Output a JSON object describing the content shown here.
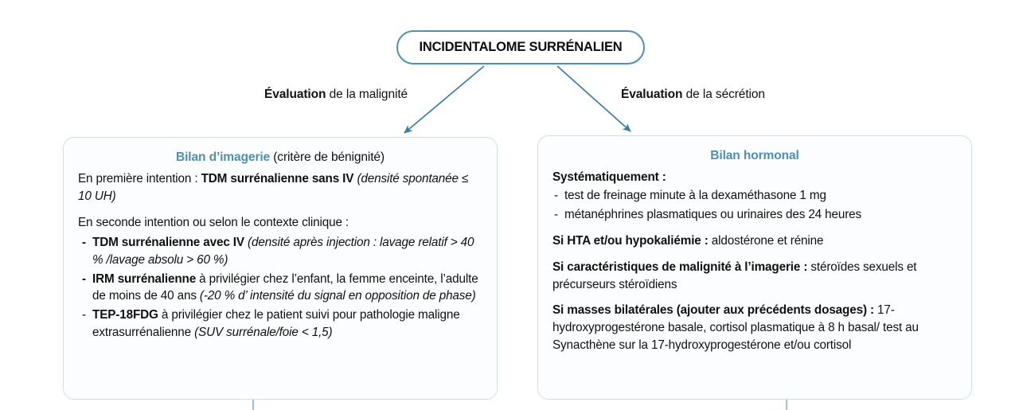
{
  "colors": {
    "accent_blue": "#4f8fb4",
    "panel_border": "#cfe0ea",
    "panel_fill": "#fbfdfe",
    "text": "#111111"
  },
  "root": {
    "label": "INCIDENTALOME SURRÉNALIEN"
  },
  "edges": [
    {
      "id": "left",
      "bold": "Évaluation",
      "rest": " de la malignité"
    },
    {
      "id": "right",
      "bold": "Évaluation",
      "rest": " de la sécrétion"
    }
  ],
  "imaging_panel": {
    "title_bold": "Bilan d’imagerie",
    "title_suffix": " (critère de bénignité)",
    "first_line_lead": "En première intention : ",
    "first_line_bold": "TDM surrénalienne sans IV",
    "first_line_italic": " (densité spontanée ≤ 10 UH)",
    "second_line_lead": "En seconde intention ou selon le contexte clinique :",
    "bullets": [
      {
        "dash": "-",
        "bold": "TDM surrénalienne avec IV",
        "italic": " (densité après injection : lavage relatif > 40 % /lavage absolu > 60 %)",
        "plain": ""
      },
      {
        "dash": "-",
        "bold": "IRM surrénalienne",
        "plain": " à privilégier chez l’enfant, la femme enceinte, l’adulte de moins de 40 ans ",
        "italic": "(-20 % d’ intensité du signal en opposition de phase)"
      },
      {
        "dash": "-",
        "bold": "TEP-18FDG",
        "plain": " à privilégier chez le patient suivi pour pathologie maligne extrasurrénalienne ",
        "italic": "(SUV surrénale/foie < 1,5)"
      }
    ]
  },
  "hormonal_panel": {
    "title_bold": "Bilan hormonal",
    "systematic_heading": "Systématiquement :",
    "systematic_items": [
      "test de freinage minute à la dexaméthasone 1 mg",
      "métanéphrines plasmatiques ou urinaires des 24 heures"
    ],
    "conditions": [
      {
        "bold": "Si HTA et/ou hypokaliémie :",
        "plain": " aldostérone et rénine"
      },
      {
        "bold": "Si caractéristiques de malignité à l’imagerie :",
        "plain": " stéroïdes sexuels et précurseurs stéroïdiens"
      },
      {
        "bold": "Si masses bilatérales (ajouter aux précédents dosages) :",
        "plain": " 17-hydroxyprogestérone basale, cortisol plasmatique à 8 h basal/ test au Synacthène sur la 17-hydroxyprogestérone et/ou cortisol"
      }
    ]
  }
}
